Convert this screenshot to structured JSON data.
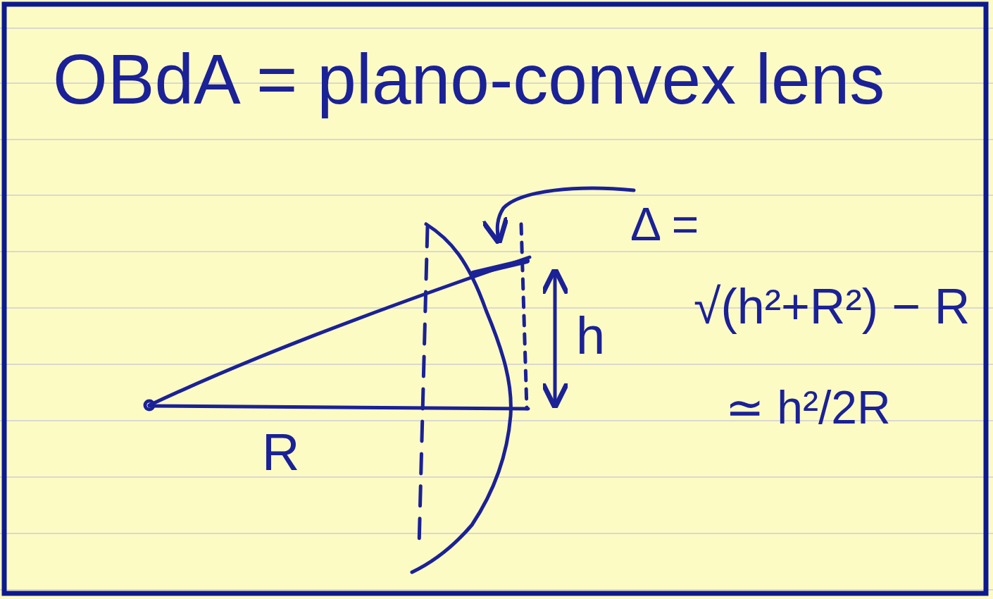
{
  "diagram": {
    "title": "OBdA = plano-convex lens",
    "labels": [
      "Δ =",
      "√(h²+R²) − R",
      "≃ h²/2R",
      "h",
      "R"
    ]
  }
}
